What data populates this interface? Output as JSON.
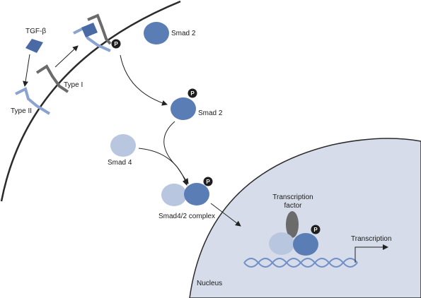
{
  "labels": {
    "tgf_beta": "TGF-β",
    "type_i": "Type I",
    "type_ii": "Type II",
    "smad2_top": "Smad 2",
    "smad2_mid": "Smad 2",
    "smad4": "Smad 4",
    "complex": "Smad4/2 complex",
    "tf_line1": "Transcription",
    "tf_line2": "factor",
    "transcription": "Transcription",
    "nucleus": "Nucleus",
    "phospho": "P"
  },
  "colors": {
    "smad2": "#5b7db5",
    "smad4": "#b9c6e0",
    "receptor_light": "#8aa3d0",
    "receptor_dark": "#6b6b6b",
    "tgf": "#4a6aa5",
    "nucleus_fill": "#d6dcea",
    "dna": "#6f8fc6",
    "tf": "#6b6b6b",
    "phospho": "#1e1e1e"
  }
}
